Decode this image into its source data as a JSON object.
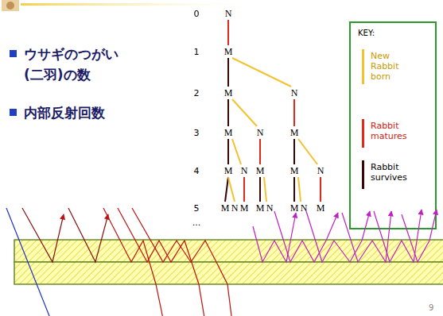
{
  "diagram": {
    "labels": [
      "ウサギのつがい (二羽)の数",
      "内部反射回数",
      "0",
      "1",
      "2",
      "3",
      "4",
      "5",
      "...",
      "N",
      "M",
      "M",
      "N",
      "M",
      "N",
      "M",
      "M",
      "N",
      "M",
      "M",
      "N",
      "M",
      "N",
      "M",
      "M",
      "N",
      "M",
      "N",
      "M",
      "KEY:",
      "9"
    ],
    "legend": [
      {
        "text": "New Rabbit born",
        "color": "#f2c230"
      },
      {
        "text": "Rabbit matures",
        "color": "#e02a1a"
      },
      {
        "text": "Rabbit survives",
        "color": "#3a0505"
      }
    ]
  }
}
